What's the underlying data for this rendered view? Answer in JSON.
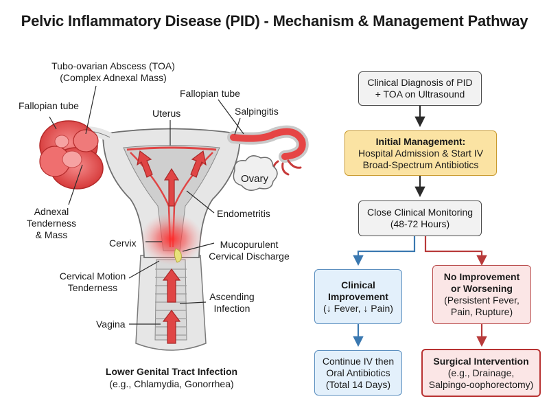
{
  "title": "Pelvic Inflammatory Disease (PID) - Mechanism & Management Pathway",
  "anatomy": {
    "toa_line1": "Tubo-ovarian Abscess (TOA)",
    "toa_line2": "(Complex Adnexal Mass)",
    "fallopian_left": "Fallopian tube",
    "fallopian_right": "Fallopian tube",
    "uterus": "Uterus",
    "salpingitis": "Salpingitis",
    "ovary": "Ovary",
    "adnexal_line1": "Adnexal",
    "adnexal_line2": "Tenderness",
    "adnexal_line3": "& Mass",
    "endometritis": "Endometritis",
    "cervix": "Cervix",
    "mucopurulent_line1": "Mucopurulent",
    "mucopurulent_line2": "Cervical Discharge",
    "cmt_line1": "Cervical Motion",
    "cmt_line2": "Tenderness",
    "ascending_line1": "Ascending",
    "ascending_line2": "Infection",
    "vagina": "Vagina",
    "lower_title": "Lower Genital Tract Infection",
    "lower_sub": "(e.g., Chlamydia, Gonorrhea)"
  },
  "flow": {
    "diagnosis_line1": "Clinical Diagnosis of PID",
    "diagnosis_line2": "+ TOA on Ultrasound",
    "initial_title": "Initial Management:",
    "initial_line1": "Hospital Admission & Start IV",
    "initial_line2": "Broad-Spectrum Antibiotics",
    "monitor_line1": "Close Clinical Monitoring",
    "monitor_line2": "(48-72 Hours)",
    "improve_title1": "Clinical",
    "improve_title2": "Improvement",
    "improve_line": "(↓ Fever, ↓ Pain)",
    "worse_title1": "No Improvement",
    "worse_title2": "or Worsening",
    "worse_line1": "(Persistent Fever,",
    "worse_line2": "Pain, Rupture)",
    "continue_line1": "Continue IV then",
    "continue_line2": "Oral Antibiotics",
    "continue_line3": "(Total 14 Days)",
    "surgical_title": "Surgical Intervention",
    "surgical_line1": "(e.g., Drainage,",
    "surgical_line2": "Salpingo-oophorectomy)"
  },
  "colors": {
    "arrow_dark": "#2b2b2b",
    "arrow_blue": "#3a78b0",
    "arrow_red": "#b83a3a",
    "inflamed": "#e23b3b",
    "tissue": "#e6e6e6"
  }
}
